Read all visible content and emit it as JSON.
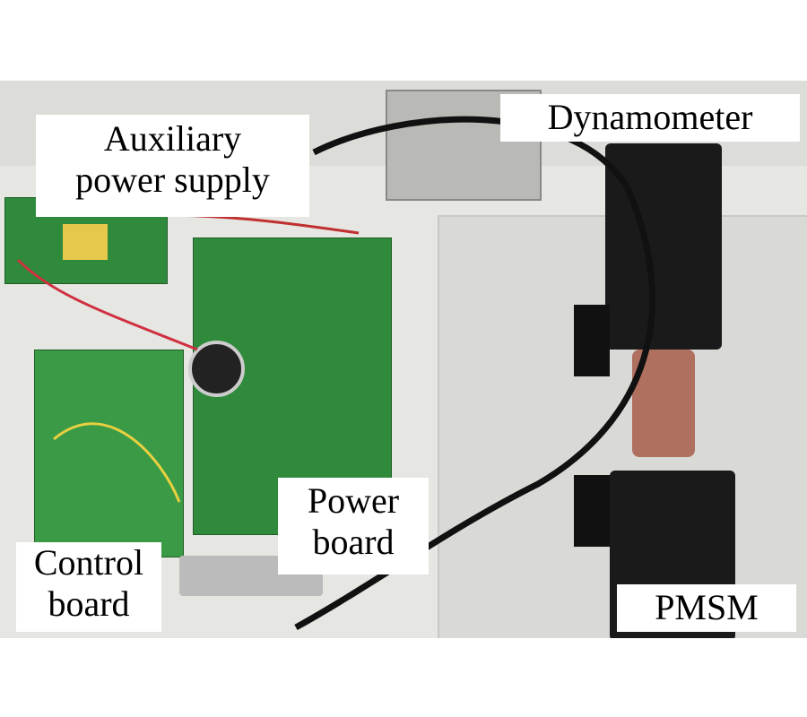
{
  "labels": {
    "auxiliary_power_supply": [
      "Auxiliary",
      "power supply"
    ],
    "dynamometer": "Dynamometer",
    "power_board": [
      "Power",
      "board"
    ],
    "control_board": [
      "Control",
      "board"
    ],
    "pmsm": "PMSM"
  }
}
